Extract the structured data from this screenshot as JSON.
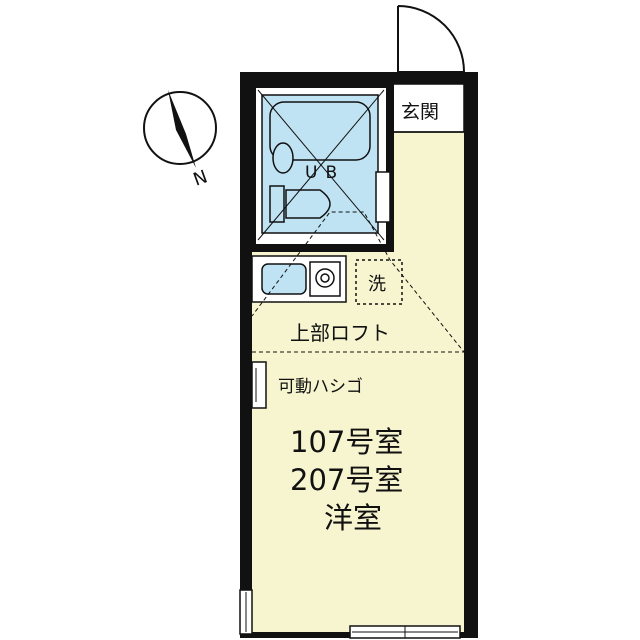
{
  "floor_plan": {
    "rooms": {
      "entrance": "玄関",
      "bath": "UB",
      "washer": "洗",
      "loft": "上部ロフト",
      "ladder": "可動ハシゴ",
      "unit_1": "107号室",
      "unit_2": "207号室",
      "room_type": "洋室"
    },
    "compass": {
      "north_label": "N"
    },
    "colors": {
      "floor": "#f7f5cf",
      "wall": "#111111",
      "fixture": "#bfe3f3",
      "wet_area": "#ffffff"
    }
  }
}
